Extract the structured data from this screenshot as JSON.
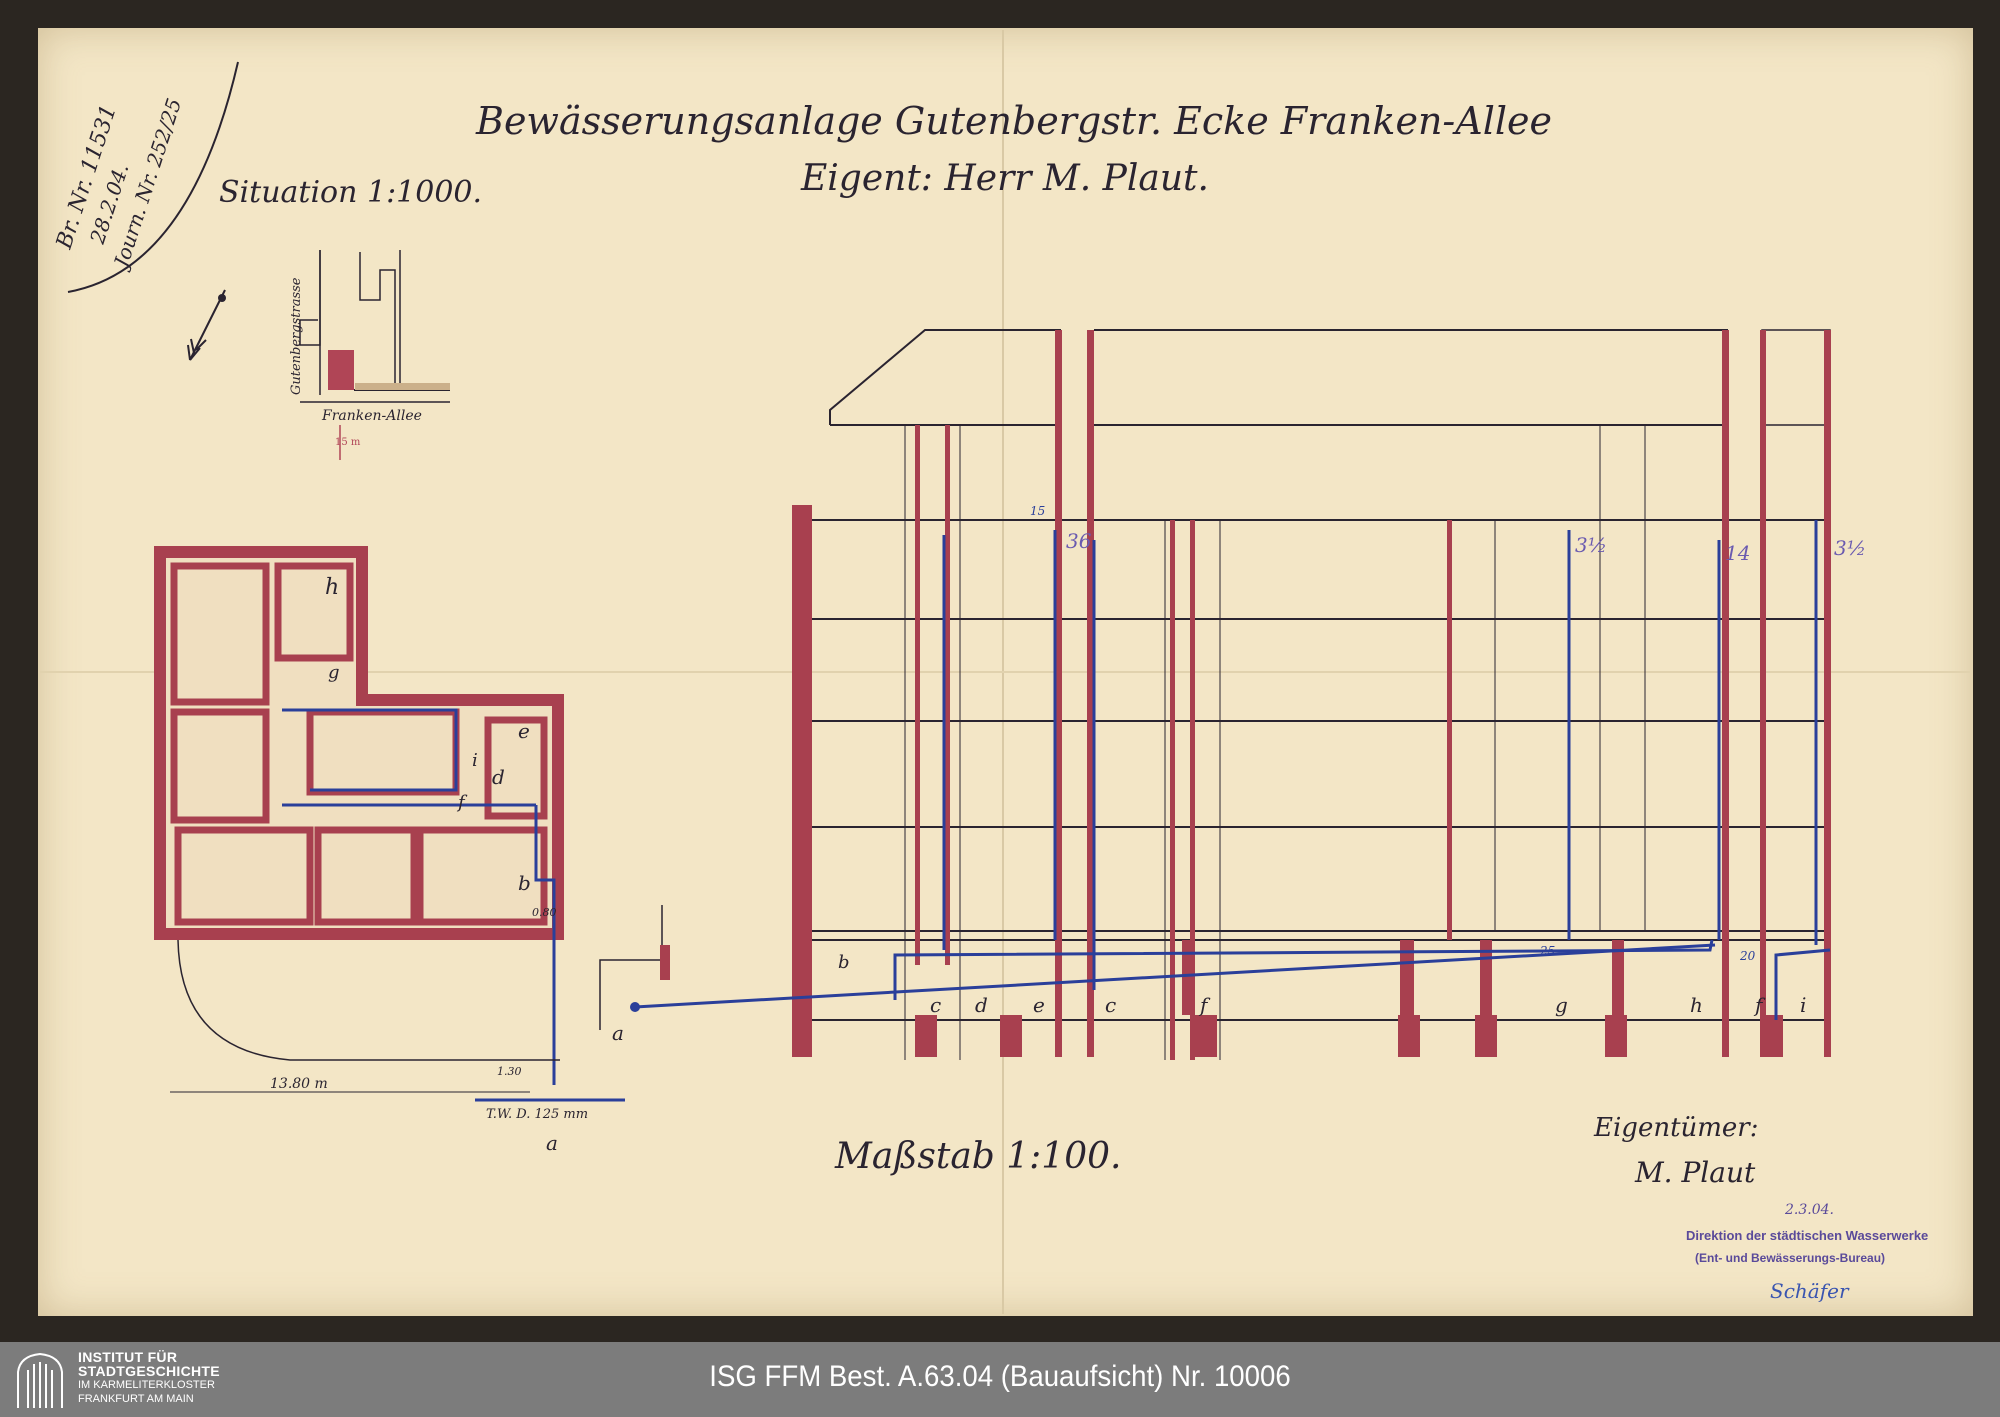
{
  "document": {
    "title_line1": "Bewässerungsanlage Gutenbergstr. Ecke Franken-Allee",
    "title_line2": "Eigent: Herr M. Plaut.",
    "situation_label": "Situation 1:1000.",
    "scale_label": "Maßstab 1:100.",
    "archive_note": [
      "Br. Nr. 11531",
      "28.2.04.",
      "Journ. Nr. 252/25"
    ],
    "site_plan": {
      "street_vertical": "Gutenbergstrasse",
      "street_horizontal": "Franken-Allee",
      "dimension": "15 m"
    },
    "floor_plan": {
      "room_labels": [
        "h",
        "g",
        "e",
        "d",
        "i",
        "f",
        "b",
        "a"
      ],
      "dimension": "13.80 m",
      "main_pipe": "T.W. D. 125 mm",
      "depth": "1.30",
      "depth2": "0.80"
    },
    "section": {
      "point_labels": [
        "a",
        "b",
        "c",
        "d",
        "e",
        "c",
        "f",
        "g",
        "h",
        "f",
        "i"
      ],
      "pipe_sizes": [
        "25",
        "20",
        "15"
      ],
      "riser_labels": [
        "36",
        "3½",
        "14",
        "3½"
      ]
    },
    "owner_label": "Eigentümer:",
    "owner_signature": "M. Plaut",
    "stamp": {
      "date": "2.3.04.",
      "line1": "Direktion der städtischen Wasserwerke",
      "line2": "(Ent- und Bewässerungs-Bureau)",
      "signature": "Schäfer"
    }
  },
  "footer": {
    "institute_line1": "INSTITUT FÜR",
    "institute_line2": "STADTGESCHICHTE",
    "institute_line3": "IM KARMELITERKLOSTER",
    "institute_line4": "FRANKFURT AM MAIN",
    "caption": "ISG FFM Best. A.63.04 (Bauaufsicht) Nr. 10006"
  },
  "colors": {
    "paper": "#f3e6c6",
    "wall_red": "#a8404f",
    "pipe_blue": "#2a3f9a",
    "ink": "#2a2430",
    "stamp_violet": "#5a4a9a",
    "footer": "#7c7c7c"
  }
}
